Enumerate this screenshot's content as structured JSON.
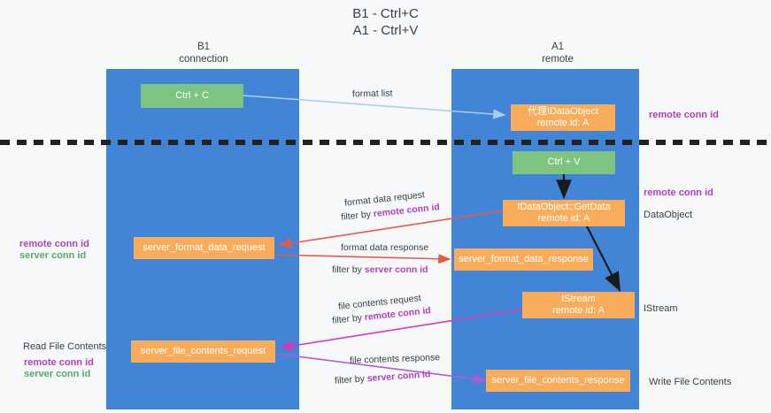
{
  "title": {
    "line1": "B1 - Ctrl+C",
    "line2": "A1 - Ctrl+V"
  },
  "columns": [
    {
      "name": "B1",
      "role": "connection"
    },
    {
      "name": "A1",
      "role": "remote"
    }
  ],
  "boxes": {
    "ctrl_c": "Ctrl + C",
    "ctrl_v": "Ctrl + V",
    "proxy_dataobject_l1": "代理IDataObject",
    "proxy_dataobject_l2": "remote id: A",
    "getdata_l1": "IDataObject::GetData",
    "getdata_l2": "remote id: A",
    "istream_l1": "IStream",
    "istream_l2": "remote id: A",
    "server_format_data_request": "server_format_data_request",
    "server_format_data_response": "server_format_data_response",
    "server_file_contents_request": "server_file_contents_request",
    "server_file_contents_response": "server_file_contents_response"
  },
  "mid_labels": {
    "format_list": "format list",
    "format_data_request": "format data request",
    "format_data_response": "format data response",
    "file_contents_request": "file contents request",
    "file_contents_response": "file contents response",
    "filter_by": "filter by",
    "remote_conn_id": "remote conn id",
    "server_conn_id": "server conn id"
  },
  "left_labels": {
    "remote_conn_id": "remote conn id",
    "server_conn_id": "server conn id",
    "read_file_contents": "Read File Contents"
  },
  "right_labels": {
    "remote_conn_id_top": "remote conn id",
    "remote_conn_id_mid": "remote conn id",
    "dataobject": "DataObject",
    "istream": "IStream",
    "write_file_contents": "Write File Contents"
  },
  "colors": {
    "lane": "#4285d6",
    "green_box": "#7cc47f",
    "orange_box": "#f9ad5a",
    "purple_text": "#b23fc0",
    "green_text": "#5aa86a",
    "background": "#f7f8f9",
    "arrow_blue": "#a9cdef",
    "arrow_red": "#e8584c",
    "arrow_magenta": "#d63bb5",
    "arrow_violet": "#b05bd6",
    "arrow_black": "#1a1a1a"
  },
  "chart_data": {
    "type": "diagram",
    "title": "B1 - Ctrl+C / A1 - Ctrl+V",
    "lanes": [
      "B1 connection",
      "A1 remote"
    ],
    "flows": [
      {
        "from": "Ctrl + C",
        "to": "代理IDataObject remote id: A",
        "label": "format list",
        "color": "#a9cdef"
      },
      {
        "from": "Ctrl + V",
        "to": "IDataObject::GetData remote id: A",
        "label": "",
        "color": "#1a1a1a"
      },
      {
        "from": "IDataObject::GetData remote id: A",
        "to": "server_format_data_request",
        "label": "format data request / filter by remote conn id",
        "color": "#e8584c"
      },
      {
        "from": "server_format_data_request",
        "to": "server_format_data_response",
        "label": "format data response / filter by server conn id",
        "color": "#e8584c"
      },
      {
        "from": "IDataObject::GetData remote id: A",
        "to": "IStream remote id: A",
        "label": "",
        "color": "#1a1a1a"
      },
      {
        "from": "IStream remote id: A",
        "to": "server_file_contents_request",
        "label": "file contents request / filter by remote conn id",
        "color": "#d63bb5"
      },
      {
        "from": "server_file_contents_request",
        "to": "server_file_contents_response",
        "label": "file contents response / filter by server conn id",
        "color": "#b05bd6"
      }
    ]
  }
}
